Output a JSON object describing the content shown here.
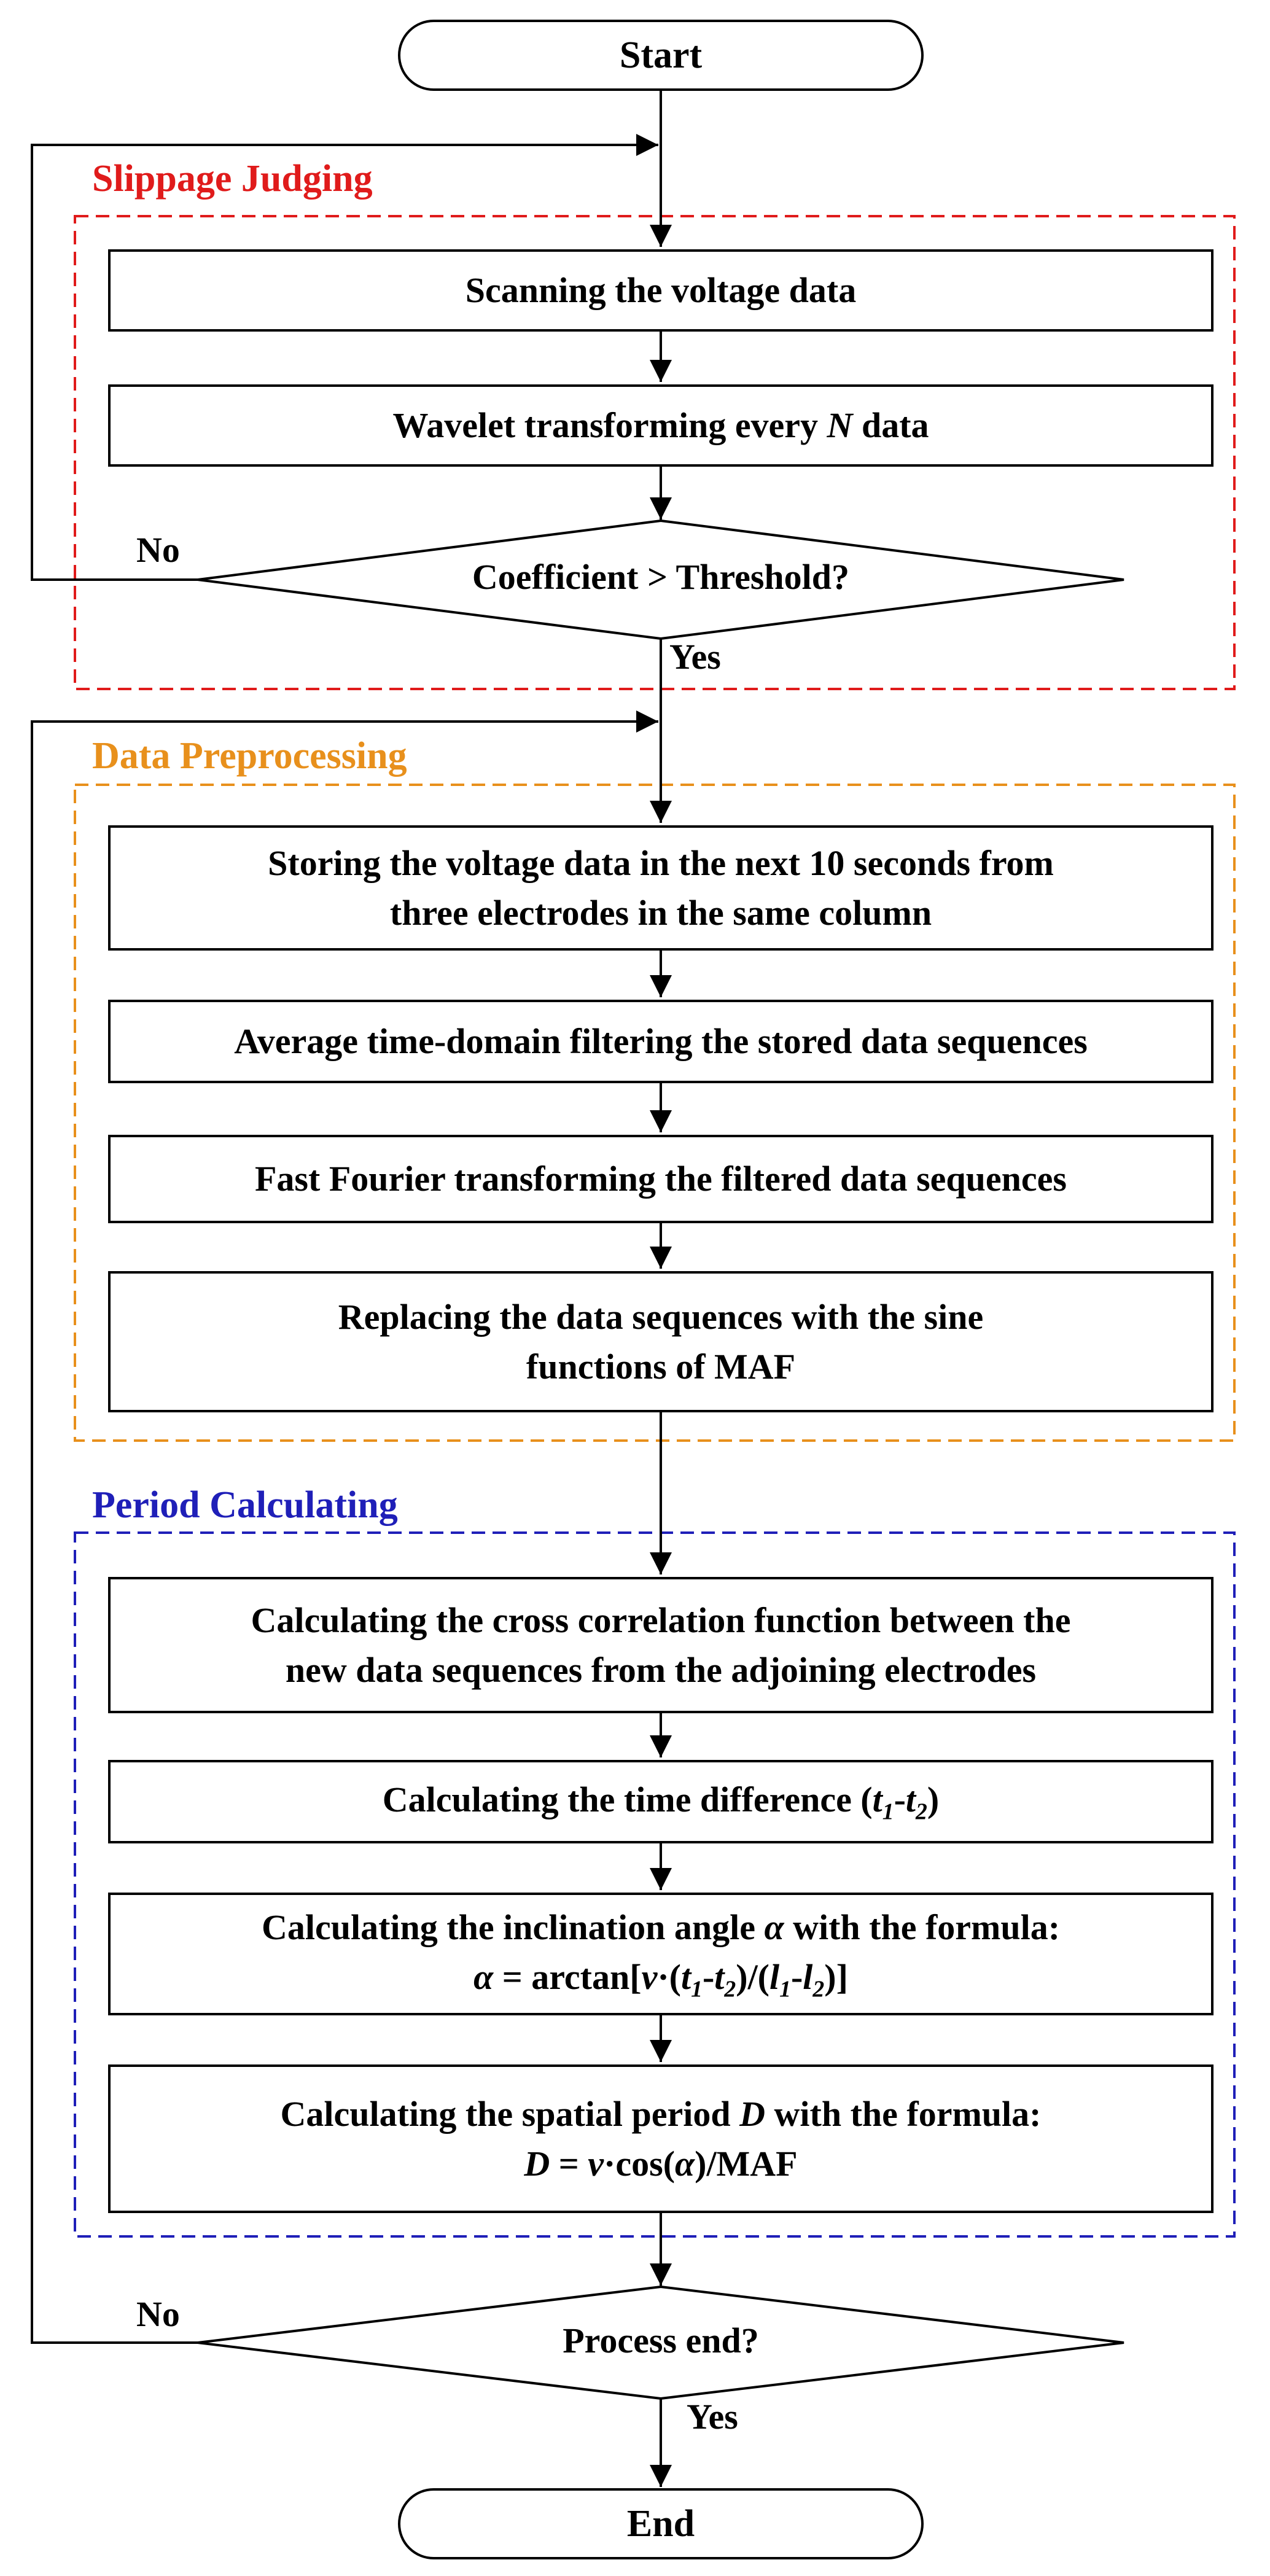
{
  "colors": {
    "slippage": "#e01b1b",
    "preprocessing": "#e8901c",
    "period": "#1f1fb8",
    "stroke": "#000000"
  },
  "terminals": {
    "start": "Start",
    "end": "End"
  },
  "sections": {
    "slippage": "Slippage Judging",
    "preprocessing": "Data Preprocessing",
    "period": "Period Calculating"
  },
  "steps": {
    "scan": "Scanning the voltage data",
    "wavelet_pre": "Wavelet transforming every ",
    "wavelet_var": "N",
    "wavelet_post": " data",
    "store_l1": "Storing the voltage data in the next 10 seconds from",
    "store_l2": "three electrodes in the same column",
    "avg": "Average time-domain filtering the stored data sequences",
    "fft": "Fast Fourier transforming the filtered data sequences",
    "replace_l1": "Replacing the data sequences with the sine",
    "replace_l2": "functions of MAF",
    "xcorr_l1": "Calculating the cross correlation function between the",
    "xcorr_l2": "new data sequences from the adjoining electrodes",
    "td_pre": "Calculating the time difference (",
    "td_t1": "t",
    "td_sub1": "1",
    "td_dash": "-",
    "td_t2": "t",
    "td_sub2": "2",
    "td_post": ")",
    "angle_l1_pre": "Calculating the inclination angle ",
    "angle_alpha": "α",
    "angle_l1_post": " with the formula:",
    "angle_formula": {
      "alpha": "α",
      "eq": " = arctan[",
      "v": "v",
      "dot_open": "·(",
      "t1": "t",
      "sub1": "1",
      "dash1": "-",
      "t2": "t",
      "sub2": "2",
      "mid": ")/(",
      "l1": "l",
      "lsub1": "1",
      "dash2": "-",
      "l2": "l",
      "lsub2": "2",
      "close": ")]"
    },
    "period_l1_pre": "Calculating the spatial period ",
    "period_var": "D",
    "period_l1_post": " with the formula:",
    "period_formula": {
      "D": "D",
      "eq": " = ",
      "v": "v",
      "cos_open": "·cos(",
      "alpha": "α",
      "tail": ")/MAF"
    }
  },
  "decisions": {
    "threshold": "Coefficient > Threshold?",
    "process_end": "Process end?"
  },
  "edge_labels": {
    "no": "No",
    "yes": "Yes"
  }
}
